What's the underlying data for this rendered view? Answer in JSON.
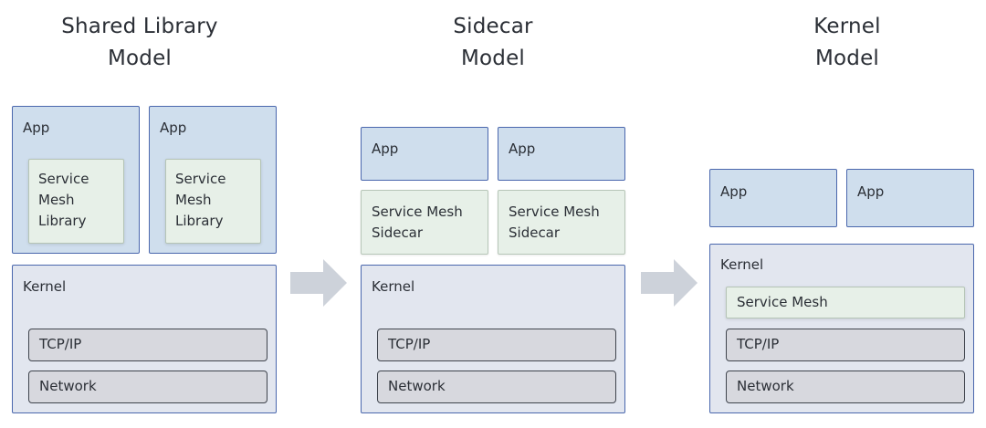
{
  "models": {
    "shared_library": {
      "title": "Shared Library\nModel",
      "app1": "App",
      "app2": "App",
      "library1": "Service\nMesh\nLibrary",
      "library2": "Service\nMesh\nLibrary",
      "kernel": "Kernel",
      "tcpip": "TCP/IP",
      "network": "Network"
    },
    "sidecar": {
      "title": "Sidecar\nModel",
      "app1": "App",
      "app2": "App",
      "sidecar1": "Service Mesh\nSidecar",
      "sidecar2": "Service Mesh\nSidecar",
      "kernel": "Kernel",
      "tcpip": "TCP/IP",
      "network": "Network"
    },
    "kernel": {
      "title": "Kernel\nModel",
      "app1": "App",
      "app2": "App",
      "kernel": "Kernel",
      "service_mesh": "Service Mesh",
      "tcpip": "TCP/IP",
      "network": "Network"
    }
  },
  "colors": {
    "app_fill": "#cfdeed",
    "app_border": "#4a67ad",
    "mesh_fill": "#e7f0e8",
    "layer_fill": "#d7d8de",
    "arrow": "#cdd2da"
  },
  "arrows": [
    "right-arrow-icon",
    "right-arrow-icon"
  ]
}
